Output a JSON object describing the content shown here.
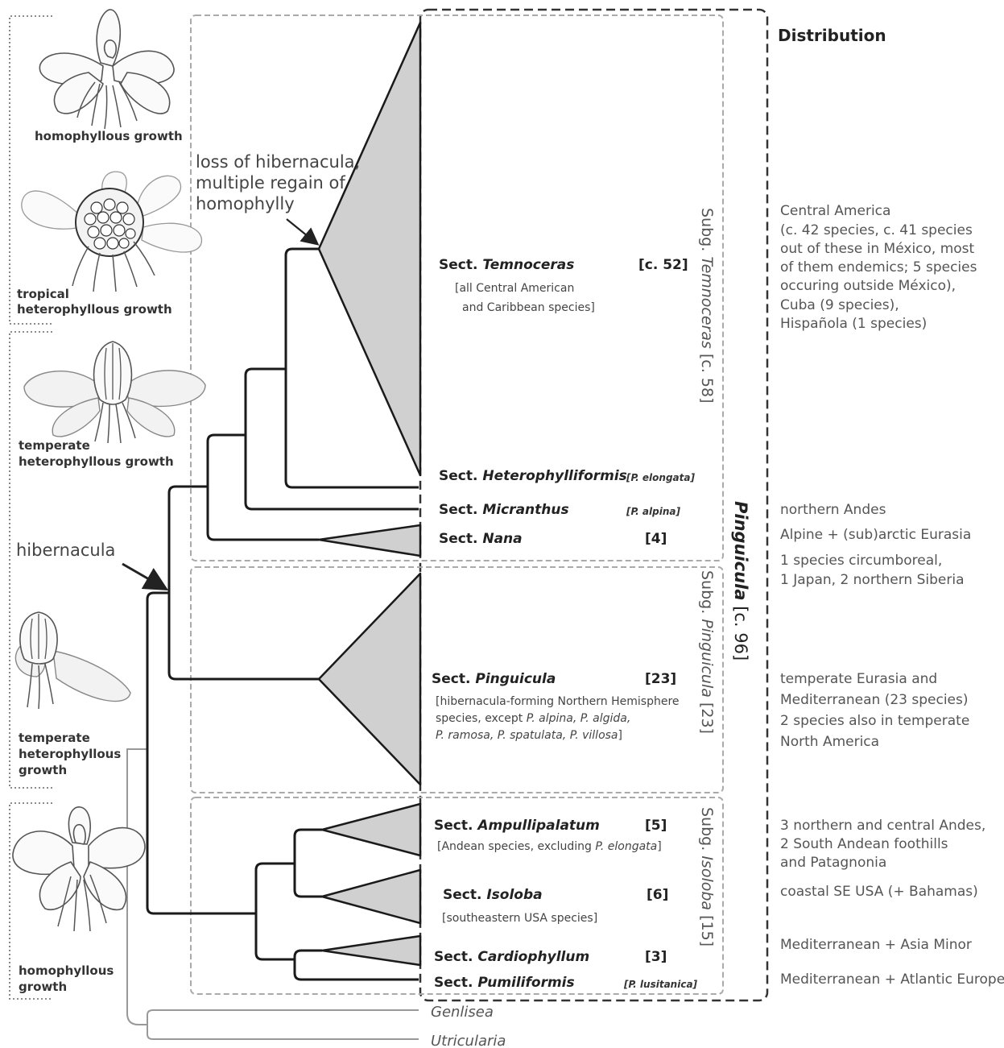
{
  "distribution_heading": "Distribution",
  "annotations": {
    "loss": [
      "loss of hibernacula,",
      "multiple regain of",
      "homophylly"
    ],
    "hibernacula": "hibernacula"
  },
  "genus": {
    "name": "Pinguicula",
    "count": "[c. 96]"
  },
  "subgenera": [
    {
      "prefix": "Subg.",
      "name": "Temnoceras",
      "count": "[c. 58]"
    },
    {
      "prefix": "Subg.",
      "name": "Pinguicula",
      "count": "[23]"
    },
    {
      "prefix": "Subg.",
      "name": "Isoloba",
      "count": "[15]"
    }
  ],
  "sections": [
    {
      "prefix": "Sect.",
      "name": "Temnoceras",
      "count": "[c. 52]",
      "note": [
        "[all Central American",
        "and Caribbean species]"
      ]
    },
    {
      "prefix": "Sect.",
      "name": "Heterophylliformis",
      "species": "[P. elongata]"
    },
    {
      "prefix": "Sect.",
      "name": "Micranthus",
      "species": "[P. alpina]"
    },
    {
      "prefix": "Sect.",
      "name": "Nana",
      "count": "[4]"
    },
    {
      "prefix": "Sect.",
      "name": "Pinguicula",
      "count": "[23]"
    },
    {
      "prefix": "Sect.",
      "name": "Ampullipalatum",
      "count": "[5]"
    },
    {
      "prefix": "Sect.",
      "name": "Isoloba",
      "count": "[6]",
      "note": [
        "[southeastern USA species]"
      ]
    },
    {
      "prefix": "Sect.",
      "name": "Cardiophyllum",
      "count": "[3]"
    },
    {
      "prefix": "Sect.",
      "name": "Pumiliformis",
      "species": "[P. lusitanica]"
    }
  ],
  "pinguicula_note": {
    "l1": "[hibernacula-forming Northern Hemisphere",
    "l2a": "species, except ",
    "l2b": "P. alpina, P. algida,",
    "l3a": "P. ramosa, P. spatulata, P. villosa",
    "l3b": "]"
  },
  "ampulli_note": {
    "a": "[Andean species, excluding ",
    "b": "P. elongata",
    "c": "]"
  },
  "outgroups": [
    "Genlisea",
    "Utricularia"
  ],
  "growth_labels": [
    [
      "homophyllous growth"
    ],
    [
      "tropical",
      "heterophyllous growth"
    ],
    [
      "temperate",
      "heterophyllous growth"
    ],
    [
      "temperate",
      "heterophyllous",
      "growth"
    ],
    [
      "homophyllous",
      "growth"
    ]
  ],
  "distributions": [
    [
      "Central America",
      " (c. 42 species, c. 41 species",
      " out of these in México, most",
      " of them endemics; 5 species",
      " occuring outside México),",
      "Cuba (9 species),",
      "Hispañola (1 species)"
    ],
    [
      "northern Andes"
    ],
    [
      "Alpine + (sub)arctic Eurasia"
    ],
    [
      "1 species circumboreal,",
      " 1 Japan, 2 northern Siberia"
    ],
    [
      "temperate Eurasia and",
      " Mediterranean (23 species)",
      " 2 species also in temperate",
      " North America"
    ],
    [
      "3 northern and central Andes,",
      " 2 South Andean foothills",
      " and Patagnonia"
    ],
    [
      "coastal SE USA (+ Bahamas)"
    ],
    [
      "Mediterranean + Asia Minor"
    ],
    [
      "Mediterranean + Atlantic Europe"
    ]
  ]
}
